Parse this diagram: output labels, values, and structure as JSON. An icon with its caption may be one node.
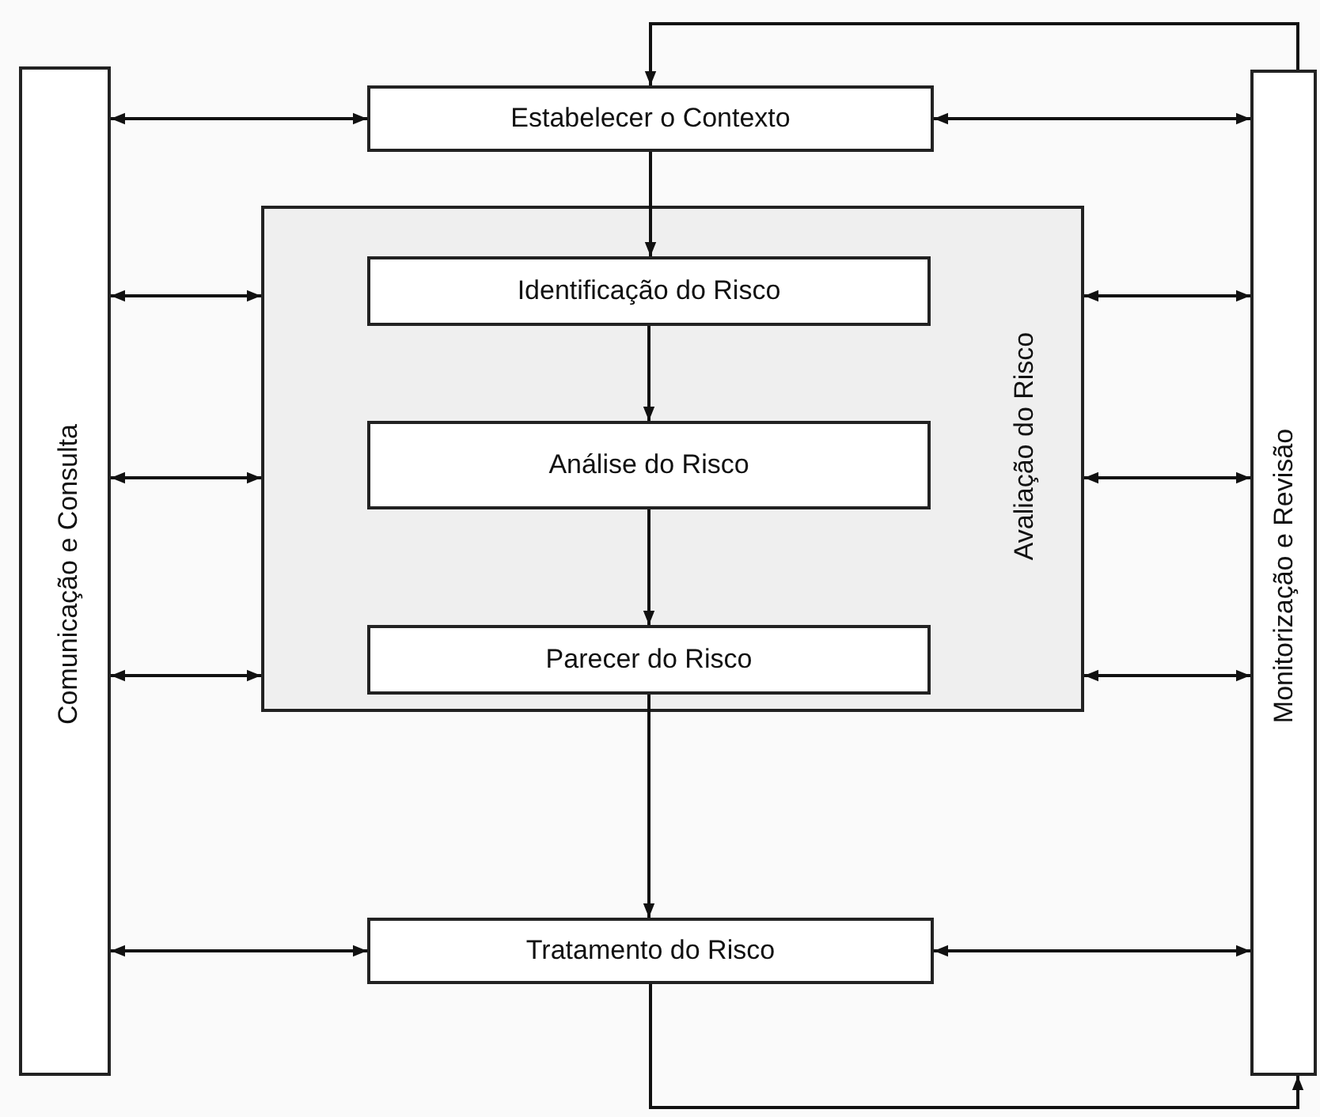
{
  "diagram": {
    "nodes": [
      {
        "text": [
          "Comunicação e Consulta"
        ]
      },
      {
        "text": [
          "Estabelecer o Contexto"
        ]
      },
      {
        "text": [
          "Avaliação do Risco"
        ]
      },
      {
        "text": [
          "Identificação do Risco"
        ],
        "in": 2
      },
      {
        "text": [
          "Análise do Risco"
        ],
        "in": 2
      },
      {
        "text": [
          "Parecer do Risco"
        ],
        "in": 2
      },
      {
        "text": [
          "Tratamento do Risco"
        ]
      },
      {
        "text": [
          "Monitorização e Revisão"
        ]
      }
    ],
    "edges": [
      {
        "from": 0,
        "to": 1,
        "arrow": "both"
      },
      {
        "from": 1,
        "to": 7,
        "arrow": "both"
      },
      {
        "from": 1,
        "to": 3,
        "arrow": "to"
      },
      {
        "from": 0,
        "to": 2,
        "arrow": "both"
      },
      {
        "from": 2,
        "to": 7,
        "arrow": "both"
      },
      {
        "from": 3,
        "to": 4,
        "arrow": "to"
      },
      {
        "from": 0,
        "to": 2,
        "arrow": "both"
      },
      {
        "from": 2,
        "to": 7,
        "arrow": "both"
      },
      {
        "from": 4,
        "to": 5,
        "arrow": "to"
      },
      {
        "from": 0,
        "to": 2,
        "arrow": "both"
      },
      {
        "from": 2,
        "to": 7,
        "arrow": "both"
      },
      {
        "from": 5,
        "to": 6,
        "arrow": "to"
      },
      {
        "from": 0,
        "to": 6,
        "arrow": "both"
      },
      {
        "from": 6,
        "to": 7,
        "arrow": "both"
      },
      {
        "from": 7,
        "to": 1,
        "arrow": "to"
      },
      {
        "from": 6,
        "to": 7,
        "arrow": "to"
      }
    ]
  }
}
